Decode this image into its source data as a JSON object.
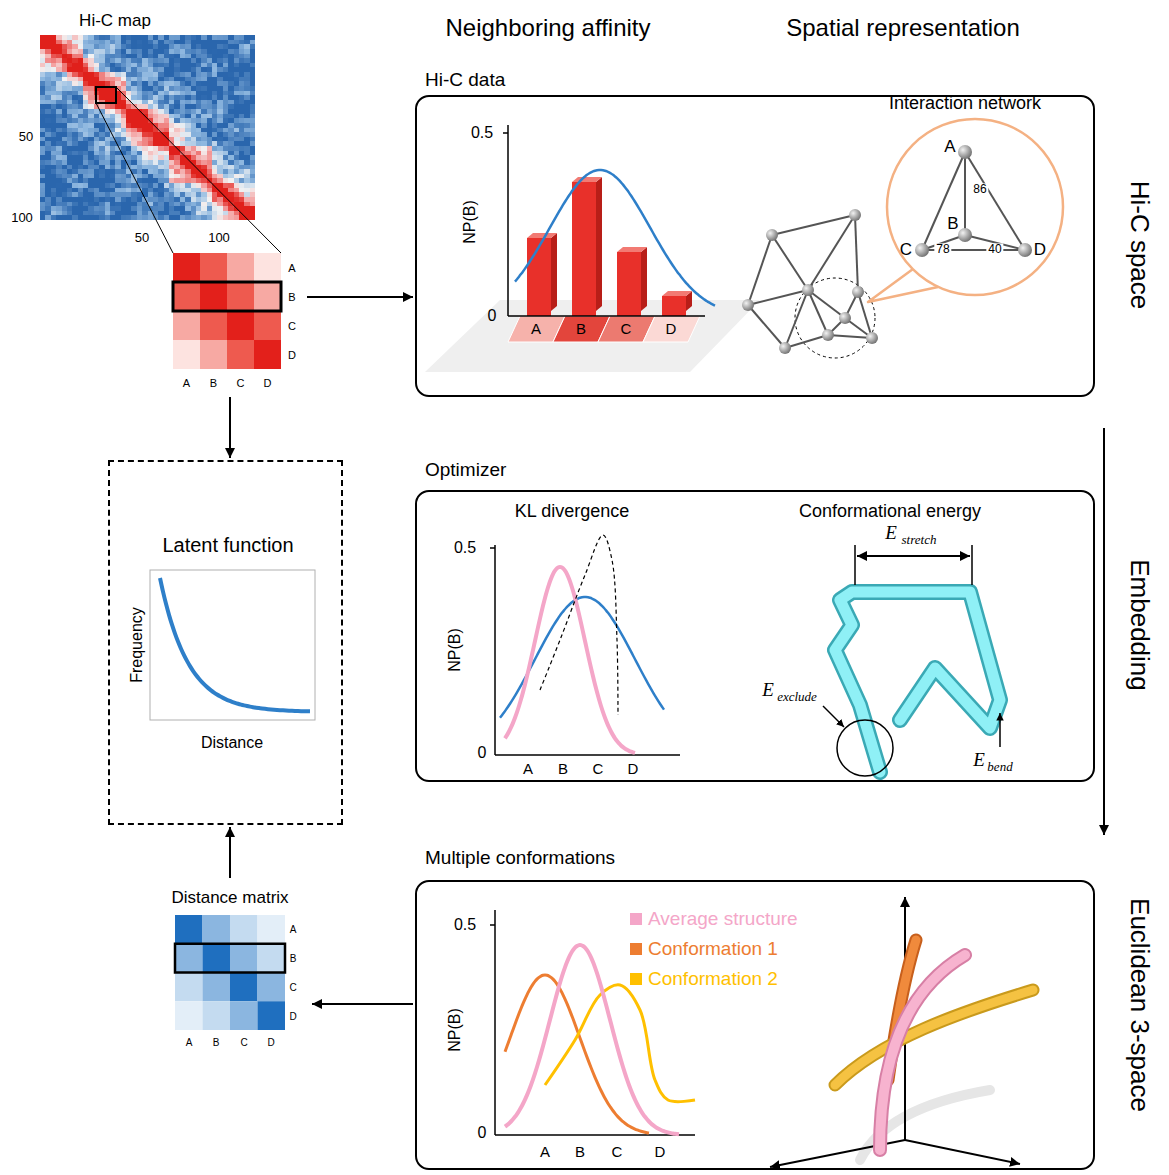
{
  "diagram": {
    "nodes": [
      {
        "text": [
          "Hi-C map"
        ]
      },
      {
        "text": [
          "Hi-C data"
        ]
      },
      {
        "text": [
          "Optimizer"
        ]
      },
      {
        "text": [
          "Multiple conformations"
        ]
      },
      {
        "text": [
          "Latent function"
        ]
      },
      {
        "text": [
          "Distance matrix"
        ]
      }
    ],
    "edges": [
      {
        "from": 0,
        "to": 1,
        "arrow": "to"
      },
      {
        "from": 0,
        "to": 4,
        "arrow": "to"
      },
      {
        "from": 5,
        "to": 4,
        "arrow": "to"
      },
      {
        "from": 3,
        "to": 5,
        "arrow": "to"
      }
    ],
    "labels": [
      "50",
      "100",
      "50",
      "100",
      "A",
      "B",
      "C",
      "D",
      "A",
      "B",
      "C",
      "D",
      "Neighboring affinity",
      "Spatial representation",
      "Hi-C space",
      "Embedding",
      "Euclidean 3-space",
      "NP(B)",
      "0.5",
      "0",
      "A",
      "B",
      "C",
      "D",
      "Interaction network",
      "A",
      "B",
      "C",
      "D",
      "86",
      "78",
      "40",
      "KL divergence",
      "NP(B)",
      "0.5",
      "0",
      "A",
      "B",
      "C",
      "D",
      "Conformational energy",
      "E",
      "stretch",
      "E",
      "exclude",
      "E",
      "bend",
      "NP(B)",
      "0.5",
      "0",
      "A",
      "B",
      "C",
      "D",
      "Frequency",
      "Distance",
      "A",
      "B",
      "C",
      "D",
      "A",
      "B",
      "C",
      "D"
    ],
    "legend": [
      {
        "text": "Average structure",
        "color": "#f4a6c8"
      },
      {
        "text": "Conformation 1",
        "color": "#ed7d31"
      },
      {
        "text": "Conformation 2",
        "color": "#ffc000"
      }
    ]
  }
}
